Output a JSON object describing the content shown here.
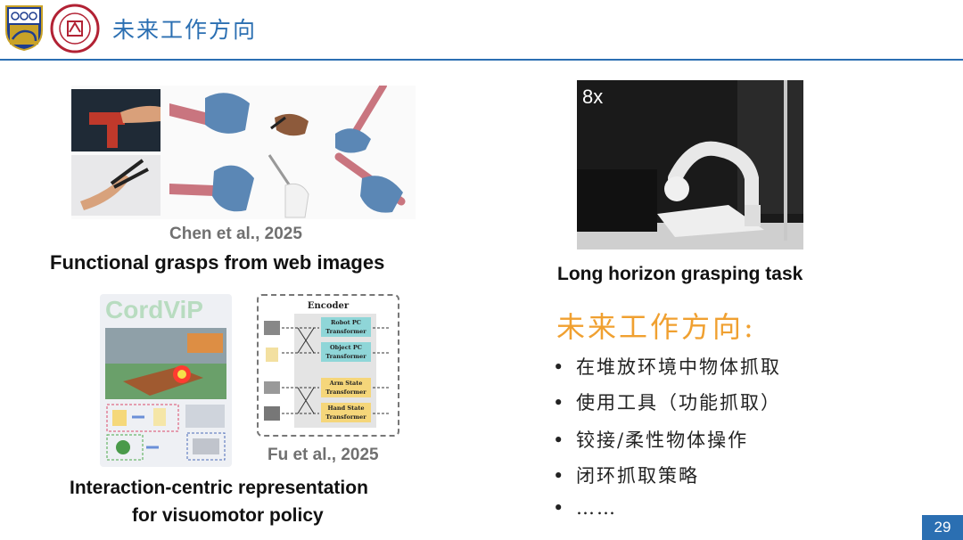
{
  "header": {
    "title": "未来工作方向"
  },
  "left_top": {
    "credit": "Chen et al., 2025",
    "caption": "Functional grasps from web images"
  },
  "left_bottom": {
    "logo_text": "CordViP",
    "encoder": {
      "title": "Encoder",
      "blocks": [
        "Robot PC Transformer",
        "Object PC Transformer",
        "Arm State Transformer",
        "Hand State Transformer"
      ]
    },
    "credit": "Fu et al., 2025",
    "caption_line1": "Interaction-centric representation",
    "caption_line2": "for visuomotor policy"
  },
  "right": {
    "speed_label": "8x",
    "caption": "Long horizon grasping task",
    "future_heading": "未来工作方向:",
    "bullets": [
      "在堆放环境中物体抓取",
      "使用工具（功能抓取）",
      "铰接/柔性物体操作",
      "闭环抓取策略",
      "……"
    ]
  },
  "page_number": "29",
  "colors": {
    "accent": "#2b6fb2",
    "heading_orange": "#f0a030"
  }
}
